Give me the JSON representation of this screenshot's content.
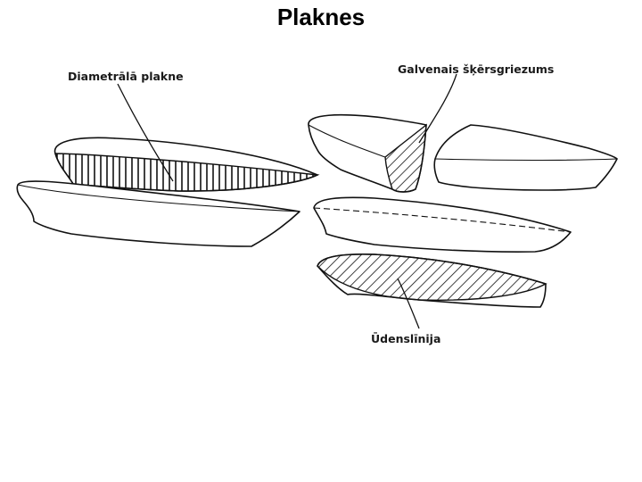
{
  "title": "Plaknes",
  "labels": {
    "centerline_plane": "Diametrālā plakne",
    "midship_section": "Galvenais šķērsgriezums",
    "waterline": "Ūdenslīnija"
  }
}
